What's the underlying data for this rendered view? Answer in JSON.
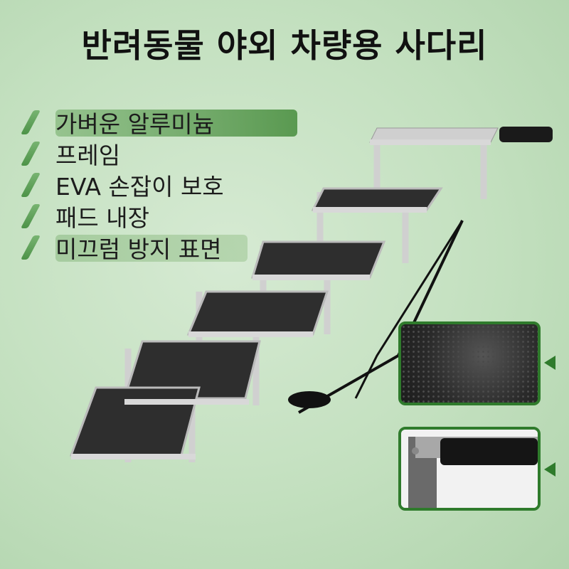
{
  "title": "반려동물 야외 차량용 사다리",
  "features": [
    "가벼운 알루미늄",
    "프레임",
    "EVA 손잡이 보호",
    "패드 내장",
    "미끄럼 방지 표면"
  ],
  "colors": {
    "accent": "#2f7b2c",
    "background": "#c3e0bf",
    "frame": "#d9d9d9",
    "step": "#2e2e2e"
  },
  "icons": {
    "feature_marker": "slash-icon",
    "callout": "triangle-left-icon"
  }
}
